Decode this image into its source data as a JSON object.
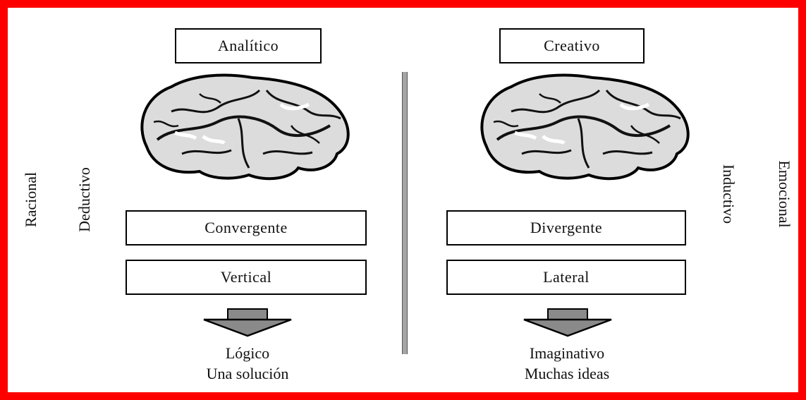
{
  "frame_color": "#ff0000",
  "left": {
    "title": "Analítico",
    "vertical_outer": "Racional",
    "vertical_inner": "Deductivo",
    "box1": "Convergente",
    "box2": "Vertical",
    "result_line1": "Lógico",
    "result_line2": "Una solución"
  },
  "right": {
    "title": "Creativo",
    "vertical_inner": "Inductivo",
    "vertical_outer": "Emocional",
    "box1": "Divergente",
    "box2": "Lateral",
    "result_line1": "Imaginativo",
    "result_line2": "Muchas ideas"
  },
  "icons": {
    "brain": "brain-icon",
    "arrow": "down-arrow-icon"
  }
}
